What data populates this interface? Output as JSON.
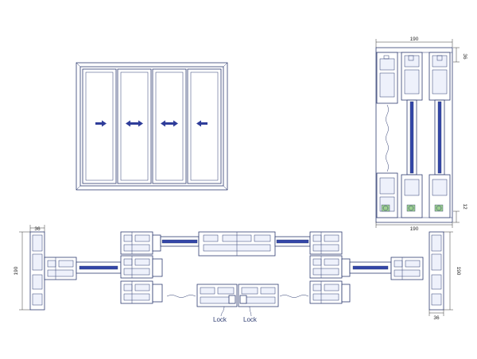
{
  "colors": {
    "line": "#2f3d72",
    "arrow": "#2f3d9a",
    "glass": "#3346a8",
    "accent_green": "#9ccf8e"
  },
  "elevation": {
    "arrows": [
      "arrow-right",
      "arrow-both",
      "arrow-both",
      "arrow-left"
    ]
  },
  "section_vertical": {
    "dim_top": "190",
    "dim_bottom": "190",
    "dim_right_top": "36",
    "dim_right_bottom": "12"
  },
  "section_horizontal": {
    "dim_left_height": "190",
    "dim_left_width": "36",
    "dim_right_height": "190",
    "dim_right_width": "36",
    "lock_left": "Lock",
    "lock_right": "Lock"
  }
}
